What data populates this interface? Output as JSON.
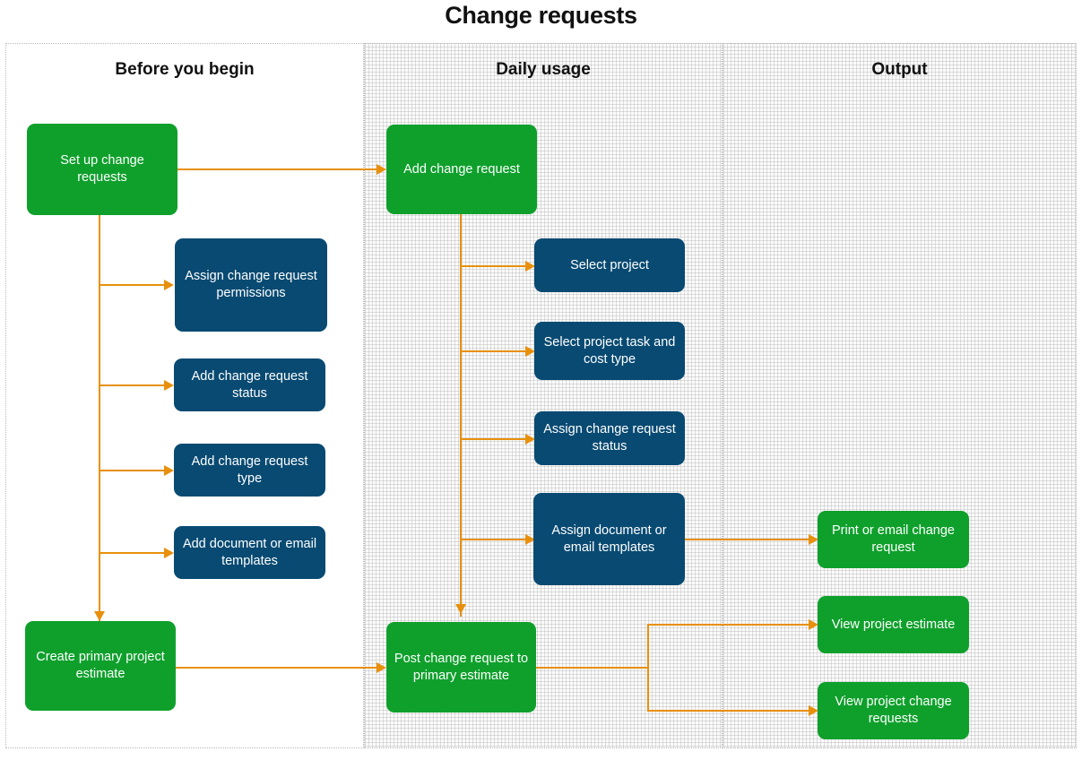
{
  "title": "Change requests",
  "colors": {
    "green": "#0fa02c",
    "blue": "#084a72",
    "arrow": "#e8900c",
    "lane_border": "#b9b9b9",
    "title_text": "#111111"
  },
  "lanes": [
    {
      "id": "before",
      "label": "Before you begin"
    },
    {
      "id": "daily",
      "label": "Daily usage"
    },
    {
      "id": "output",
      "label": "Output"
    }
  ],
  "nodes": {
    "setup_change_requests": {
      "label": "Set up change requests",
      "lane": "before",
      "type": "green"
    },
    "assign_cr_permissions": {
      "label": "Assign change request permissions",
      "lane": "before",
      "type": "blue"
    },
    "add_cr_status": {
      "label": "Add change request status",
      "lane": "before",
      "type": "blue"
    },
    "add_cr_type": {
      "label": "Add change request type",
      "lane": "before",
      "type": "blue"
    },
    "add_doc_email_templates": {
      "label": "Add document or email templates",
      "lane": "before",
      "type": "blue"
    },
    "create_primary_estimate": {
      "label": "Create primary project estimate",
      "lane": "before",
      "type": "green"
    },
    "add_change_request": {
      "label": "Add change request",
      "lane": "daily",
      "type": "green"
    },
    "select_project": {
      "label": "Select project",
      "lane": "daily",
      "type": "blue"
    },
    "select_task_cost_type": {
      "label": "Select project task and cost type",
      "lane": "daily",
      "type": "blue"
    },
    "assign_cr_status": {
      "label": "Assign change request status",
      "lane": "daily",
      "type": "blue"
    },
    "assign_doc_email_templates": {
      "label": "Assign document or email templates",
      "lane": "daily",
      "type": "blue"
    },
    "post_cr_primary_estimate": {
      "label": "Post change request to primary estimate",
      "lane": "daily",
      "type": "green"
    },
    "print_email_cr": {
      "label": "Print or email change request",
      "lane": "output",
      "type": "green"
    },
    "view_project_estimate": {
      "label": "View project estimate",
      "lane": "output",
      "type": "green"
    },
    "view_project_change_requests": {
      "label": "View project change requests",
      "lane": "output",
      "type": "green"
    }
  },
  "edges": [
    {
      "from": "setup_change_requests",
      "to": "add_change_request"
    },
    {
      "from": "setup_change_requests",
      "to": "assign_cr_permissions"
    },
    {
      "from": "setup_change_requests",
      "to": "add_cr_status"
    },
    {
      "from": "setup_change_requests",
      "to": "add_cr_type"
    },
    {
      "from": "setup_change_requests",
      "to": "add_doc_email_templates"
    },
    {
      "from": "setup_change_requests",
      "to": "create_primary_estimate"
    },
    {
      "from": "create_primary_estimate",
      "to": "post_cr_primary_estimate"
    },
    {
      "from": "add_change_request",
      "to": "select_project"
    },
    {
      "from": "add_change_request",
      "to": "select_task_cost_type"
    },
    {
      "from": "add_change_request",
      "to": "assign_cr_status"
    },
    {
      "from": "add_change_request",
      "to": "assign_doc_email_templates"
    },
    {
      "from": "add_change_request",
      "to": "post_cr_primary_estimate"
    },
    {
      "from": "assign_doc_email_templates",
      "to": "print_email_cr"
    },
    {
      "from": "post_cr_primary_estimate",
      "to": "view_project_estimate"
    },
    {
      "from": "post_cr_primary_estimate",
      "to": "view_project_change_requests"
    }
  ]
}
